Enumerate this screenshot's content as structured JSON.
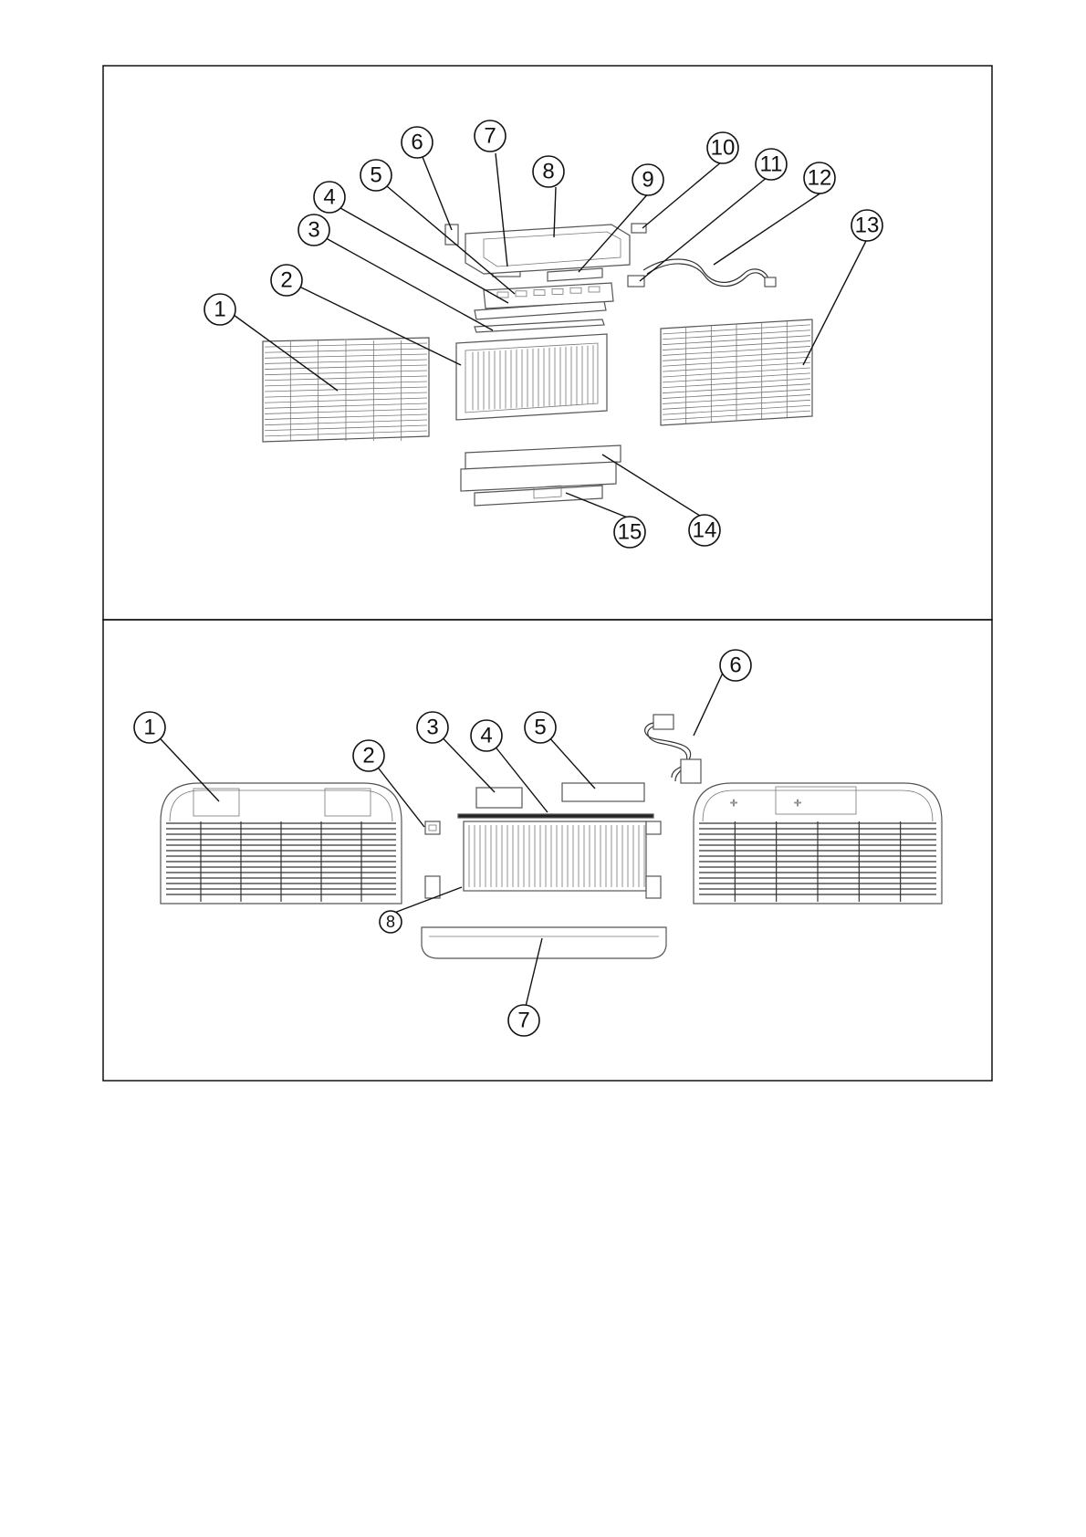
{
  "upper_panel": {
    "callouts": [
      "1",
      "2",
      "3",
      "4",
      "5",
      "6",
      "7",
      "8",
      "9",
      "10",
      "11",
      "12",
      "13",
      "14",
      "15"
    ]
  },
  "lower_panel": {
    "callouts": [
      "1",
      "2",
      "3",
      "4",
      "5",
      "6",
      "7",
      "8"
    ]
  },
  "colors": {
    "line": "#111111",
    "part": "#555555",
    "background": "#ffffff"
  }
}
